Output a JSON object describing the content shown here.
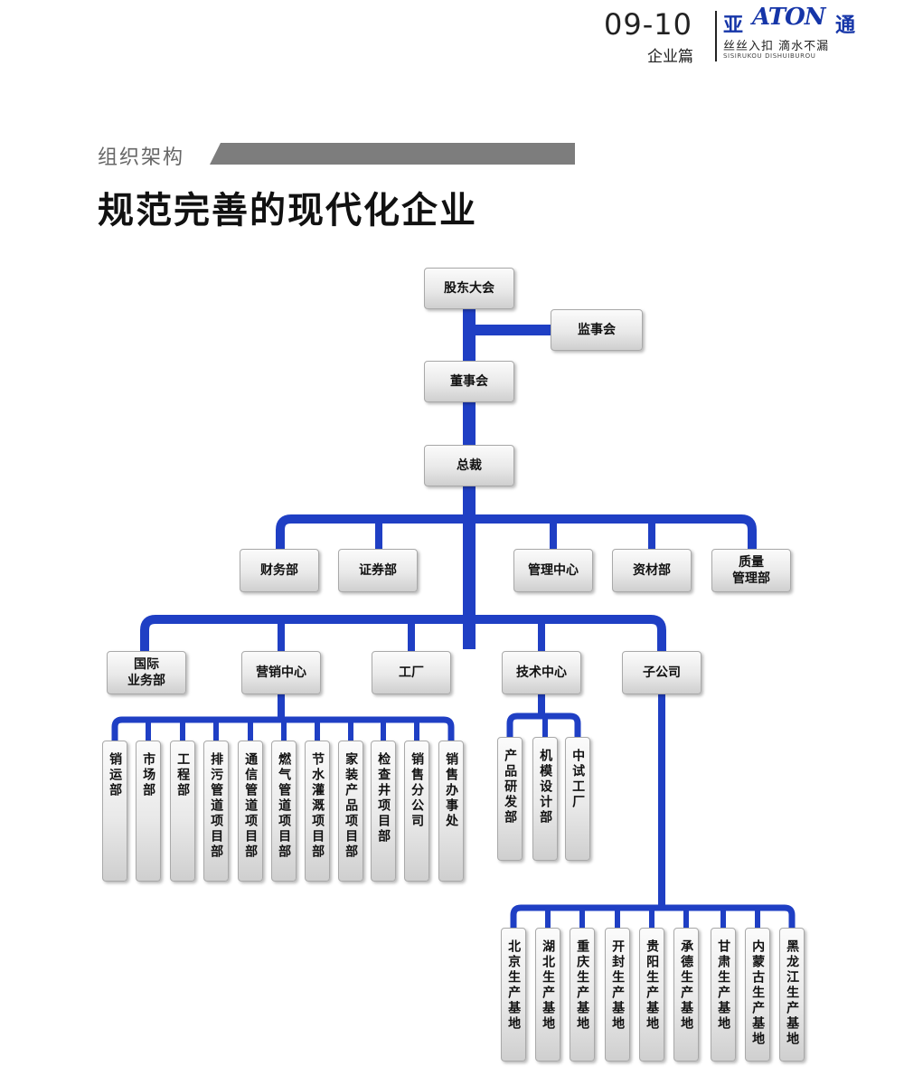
{
  "header": {
    "page_number": "09-10",
    "section": "企业篇",
    "brand": {
      "logo_prefix": "亚",
      "logo_latin": "ATON",
      "logo_suffix": "通",
      "slogan": "丝丝入扣 滴水不漏",
      "pinyin": "SISIRUKOU DISHUIBUROU"
    }
  },
  "title": {
    "subtitle": "组织架构",
    "main": "规范完善的现代化企业"
  },
  "colors": {
    "connector": "#1f3fc4",
    "node_border": "#a9a9a9",
    "subtitle_bar": "#7d7d7d"
  },
  "org": {
    "shareholders": "股东大会",
    "supervisors": "监事会",
    "board": "董事会",
    "president": "总裁",
    "tier1": [
      "财务部",
      "证券部",
      "管理中心",
      "资材部",
      "质量\n管理部"
    ],
    "tier2": [
      "国际\n业务部",
      "营销中心",
      "工厂",
      "技术中心",
      "子公司"
    ],
    "marketing_units": [
      "销运部",
      "市场部",
      "工程部",
      "排污管道项目部",
      "通信管道项目部",
      "燃气管道项目部",
      "节水灌溉项目部",
      "家装产品项目部",
      "检查井项目部",
      "销售分公司",
      "销售办事处"
    ],
    "tech_units": [
      "产品研发部",
      "机模设计部",
      "中试工厂"
    ],
    "subsidiary_bases": [
      "北京生产基地",
      "湖北生产基地",
      "重庆生产基地",
      "开封生产基地",
      "贵阳生产基地",
      "承德生产基地",
      "甘肃生产基地",
      "内蒙古生产基地",
      "黑龙江生产基地"
    ]
  }
}
